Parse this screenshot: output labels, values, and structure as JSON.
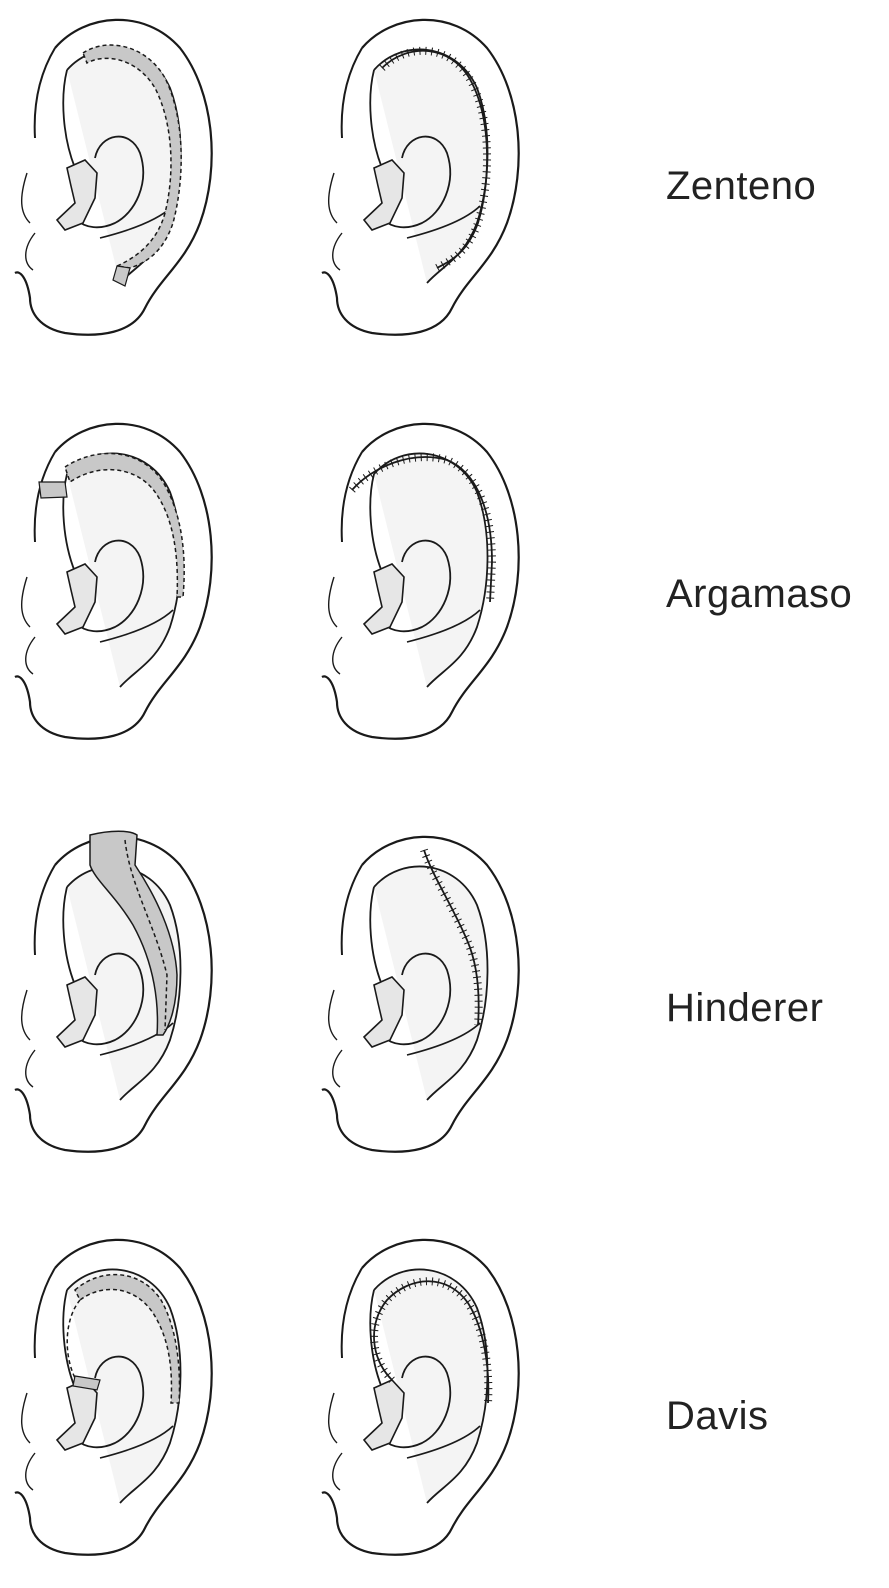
{
  "figure": {
    "rows": [
      {
        "technique": "Zenteno"
      },
      {
        "technique": "Argamaso"
      },
      {
        "technique": "Hinderer"
      },
      {
        "technique": "Davis"
      }
    ],
    "colors": {
      "line": "#1a1a1a",
      "shade": "#c8c8c8",
      "stipple": "#e6e6e6"
    }
  }
}
